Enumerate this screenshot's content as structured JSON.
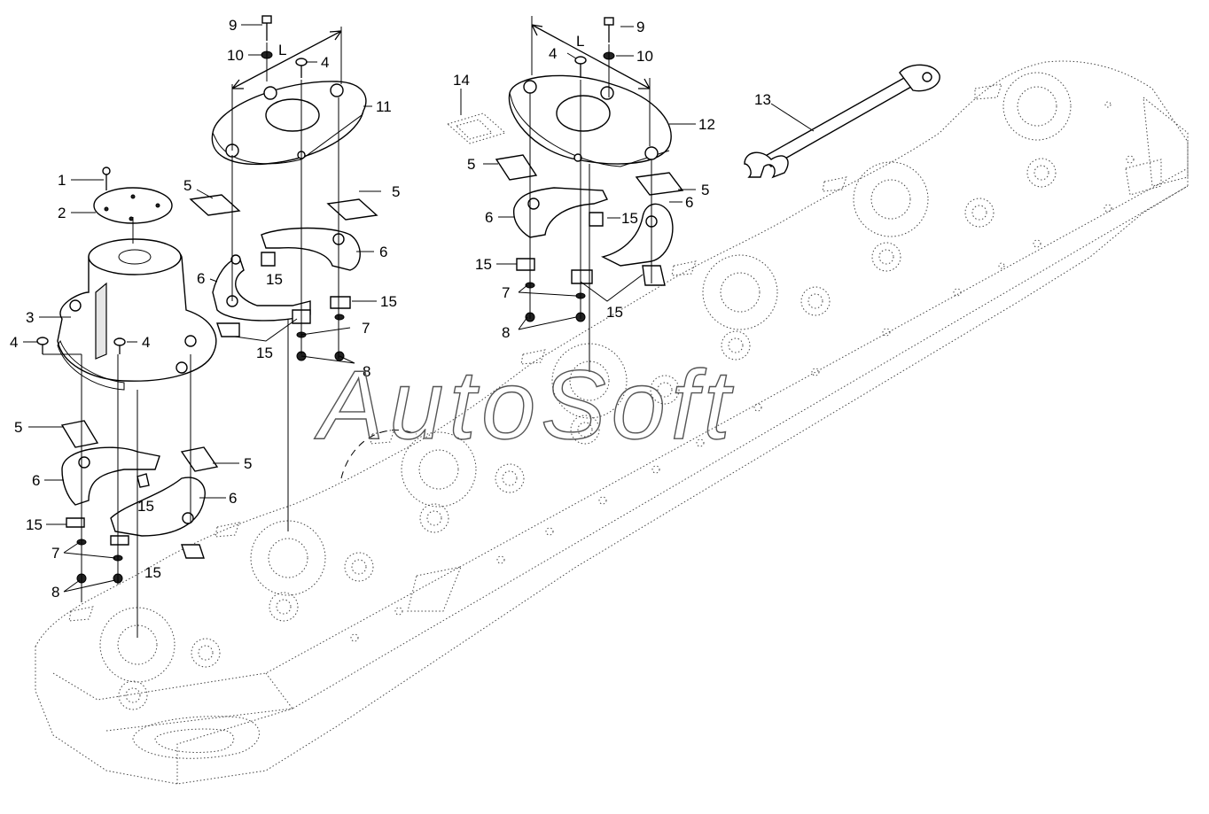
{
  "watermark": "AutoSoft",
  "callouts": [
    {
      "id": "c1",
      "text": "1"
    },
    {
      "id": "c2",
      "text": "2"
    },
    {
      "id": "c3",
      "text": "3"
    },
    {
      "id": "c4a",
      "text": "4"
    },
    {
      "id": "c4b",
      "text": "4"
    },
    {
      "id": "c4c",
      "text": "4"
    },
    {
      "id": "c4d",
      "text": "4"
    },
    {
      "id": "c5a",
      "text": "5"
    },
    {
      "id": "c5b",
      "text": "5"
    },
    {
      "id": "c5c",
      "text": "5"
    },
    {
      "id": "c5d",
      "text": "5"
    },
    {
      "id": "c5e",
      "text": "5"
    },
    {
      "id": "c5f",
      "text": "5"
    },
    {
      "id": "c6a",
      "text": "6"
    },
    {
      "id": "c6b",
      "text": "6"
    },
    {
      "id": "c6c",
      "text": "6"
    },
    {
      "id": "c6d",
      "text": "6"
    },
    {
      "id": "c6e",
      "text": "6"
    },
    {
      "id": "c6f",
      "text": "6"
    },
    {
      "id": "c7a",
      "text": "7"
    },
    {
      "id": "c7b",
      "text": "7"
    },
    {
      "id": "c7c",
      "text": "7"
    },
    {
      "id": "c8a",
      "text": "8"
    },
    {
      "id": "c8b",
      "text": "8"
    },
    {
      "id": "c8c",
      "text": "8"
    },
    {
      "id": "c9a",
      "text": "9"
    },
    {
      "id": "c9b",
      "text": "9"
    },
    {
      "id": "c10a",
      "text": "10"
    },
    {
      "id": "c10b",
      "text": "10"
    },
    {
      "id": "c11",
      "text": "11"
    },
    {
      "id": "c12",
      "text": "12"
    },
    {
      "id": "c13",
      "text": "13"
    },
    {
      "id": "c14",
      "text": "14"
    },
    {
      "id": "c15a",
      "text": "15"
    },
    {
      "id": "c15b",
      "text": "15"
    },
    {
      "id": "c15c",
      "text": "15"
    },
    {
      "id": "c15d",
      "text": "15"
    },
    {
      "id": "c15e",
      "text": "15"
    },
    {
      "id": "c15f",
      "text": "15"
    },
    {
      "id": "c15g",
      "text": "15"
    },
    {
      "id": "c15h",
      "text": "15"
    }
  ]
}
